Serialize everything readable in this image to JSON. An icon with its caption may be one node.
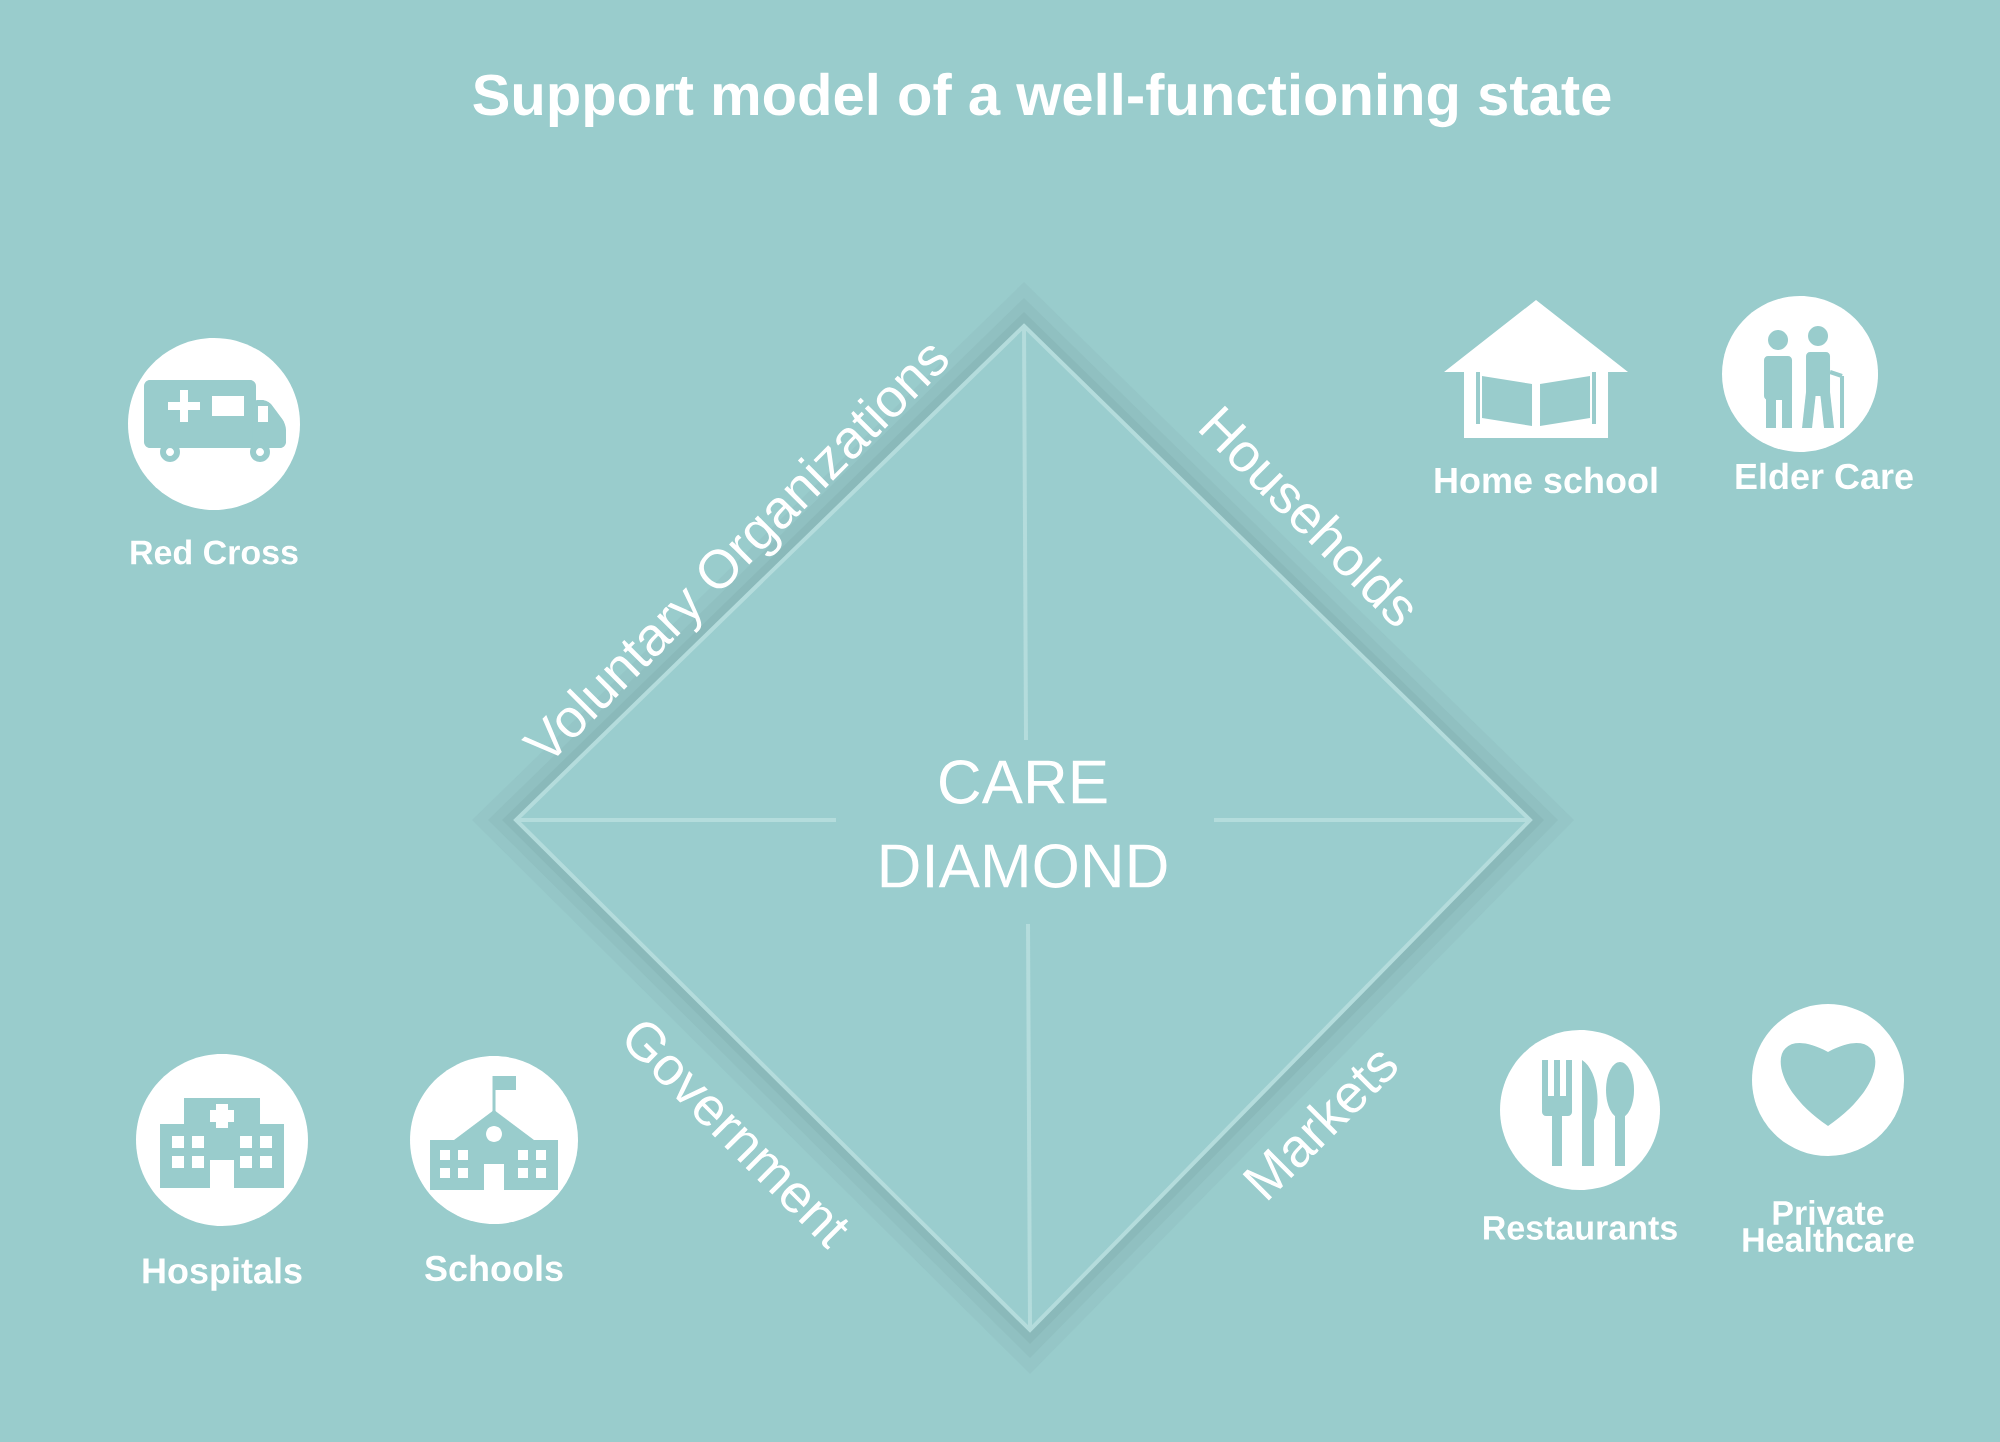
{
  "diagram": {
    "title": "Support model of a well-functioning state",
    "nodes": [
      {
        "text": [
          "CARE DIAMOND"
        ]
      }
    ],
    "labels": [
      "Voluntary Organizations",
      "Households",
      "Red Cross",
      "Home school",
      "Elder Care",
      "Government",
      "Markets",
      "Hospitals",
      "Schools",
      "Restaurants",
      "Private Healthcare"
    ]
  }
}
